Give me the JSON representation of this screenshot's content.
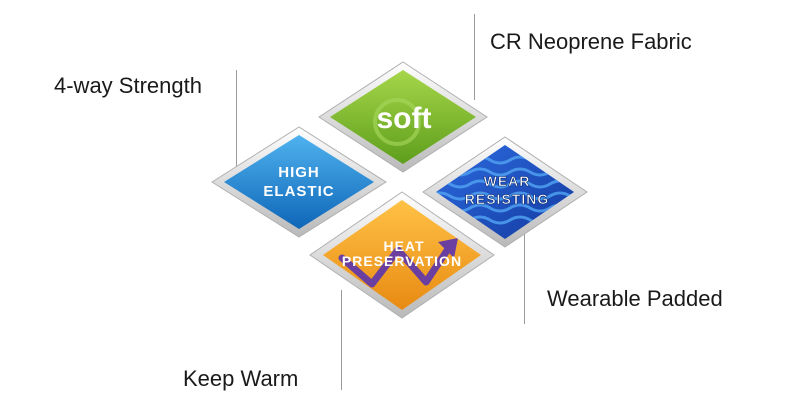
{
  "callouts": {
    "fabric": "CR Neoprene Fabric",
    "strength": "4-way Strength",
    "padded": "Wearable Padded",
    "warm": "Keep Warm"
  },
  "tiles": {
    "soft": {
      "label": "soft",
      "color": "#7cbf2c"
    },
    "elastic": {
      "line1": "HIGH",
      "line2": "ELASTIC",
      "color": "#1c8ad6"
    },
    "wear": {
      "line1": "WEAR",
      "line2": "RESISTING",
      "color": "#1d4fc4"
    },
    "heat": {
      "line1": "HEAT",
      "line2": "PRESERVATION",
      "color": "#f1a21f",
      "accent": "#6b3fa0"
    }
  }
}
